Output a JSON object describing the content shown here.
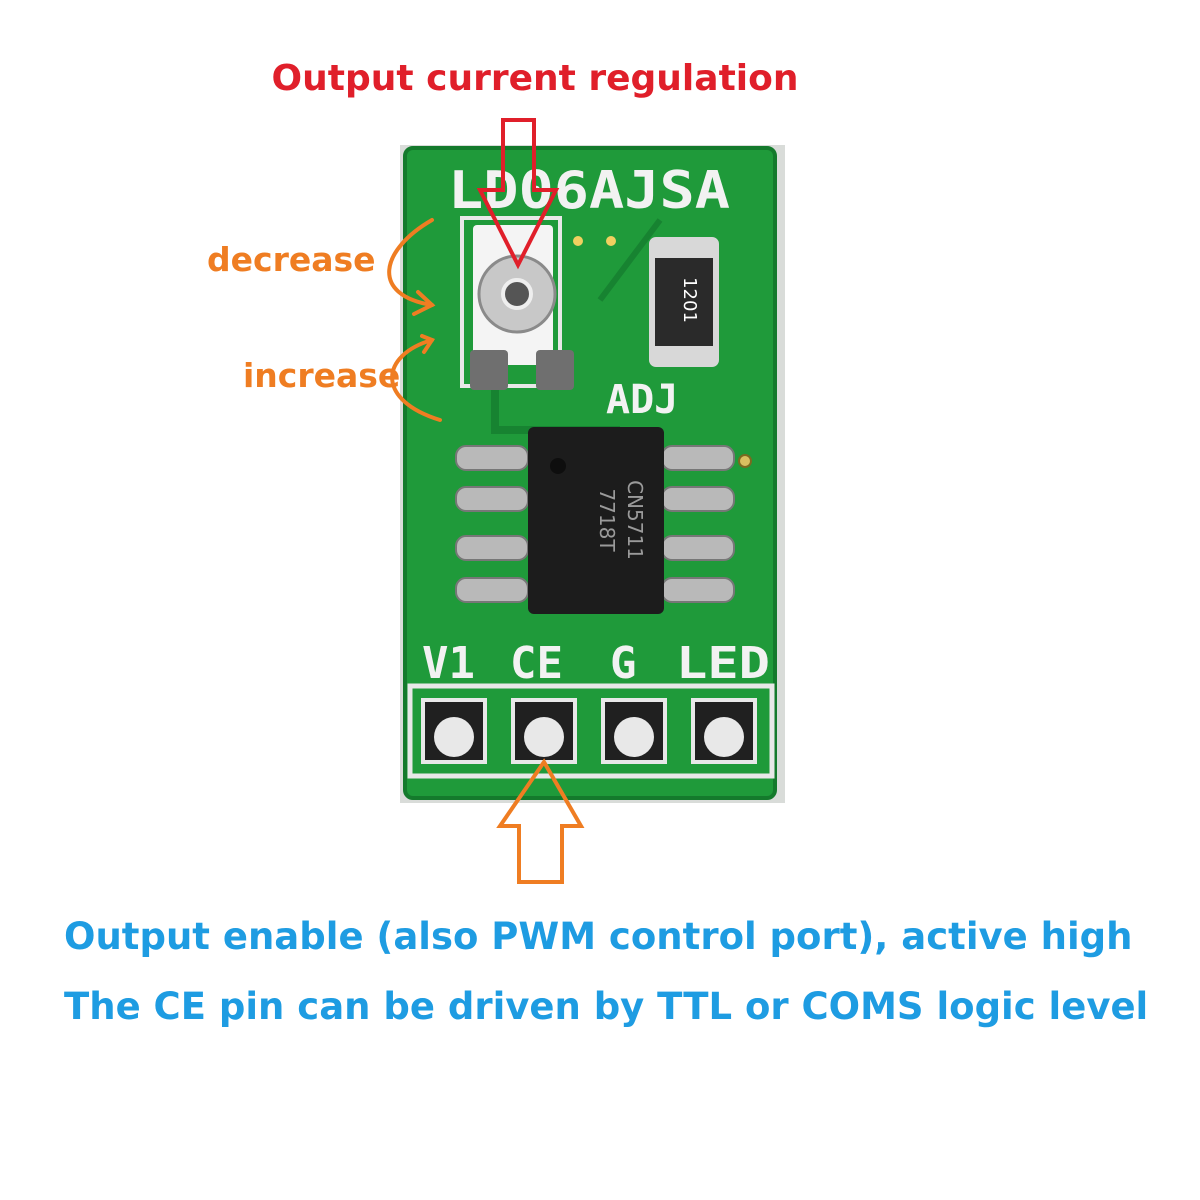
{
  "annotations": {
    "top_label": "Output current regulation",
    "decrease_label": "decrease",
    "increase_label": "increase",
    "bottom_line_1": "Output enable (also PWM control port), active high",
    "bottom_line_2": "The CE pin can be driven by TTL or COMS logic level"
  },
  "board": {
    "model": "LD06AJSA",
    "adj_label": "ADJ",
    "resistor_code": "1201",
    "chip_line_1": "CN5711",
    "chip_line_2": "7718T",
    "pins": [
      "V1",
      "CE",
      "G",
      "LED"
    ]
  },
  "colors": {
    "pcb_green": "#1f9a3a",
    "arrow_red": "#e01f2a",
    "arrow_orange": "#ef7d22",
    "text_blue": "#1e9ce2"
  }
}
